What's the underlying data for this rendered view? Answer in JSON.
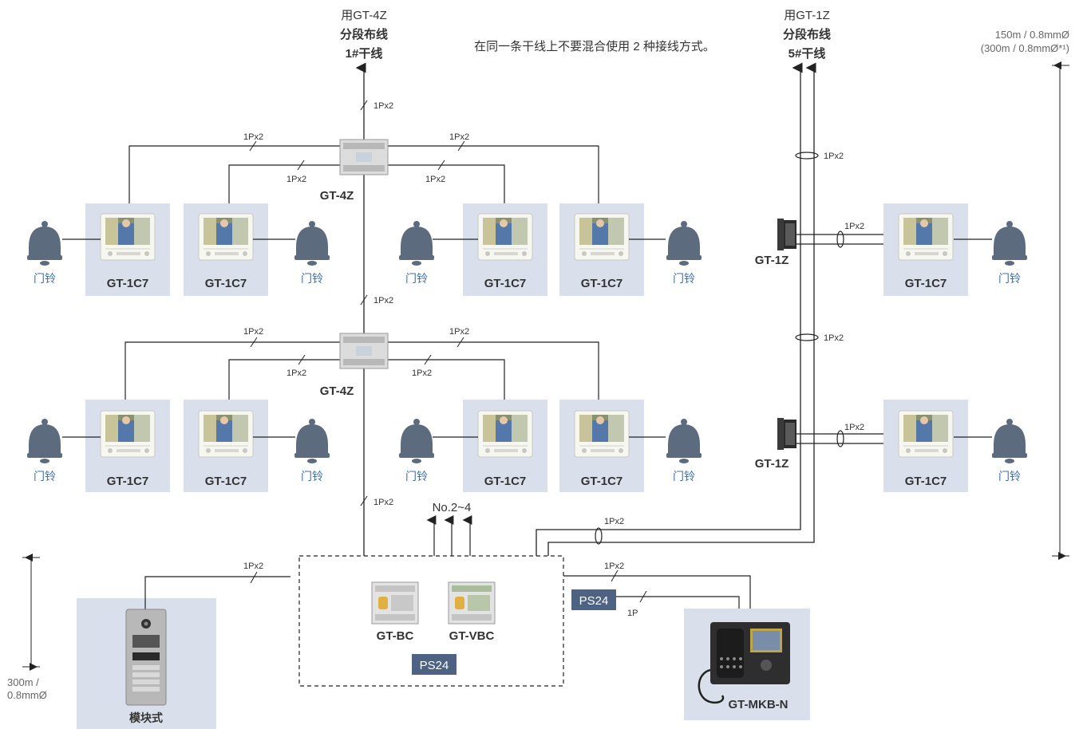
{
  "headers": {
    "left": {
      "line1": "用GT-4Z",
      "line2": "分段布线",
      "line3": "1#干线"
    },
    "right": {
      "line1": "用GT-1Z",
      "line2": "分段布线",
      "line3": "5#干线"
    },
    "note": "在同一条干线上不要混合使用 2 种接线方式。"
  },
  "distances": {
    "right_line1": "150m / 0.8mmØ",
    "right_line2": "(300m / 0.8mmØ*¹)",
    "left_line1": "300m /",
    "left_line2": "0.8mmØ"
  },
  "wire": {
    "pair": "1Px2",
    "single": "1P"
  },
  "devices": {
    "gt4z": "GT-4Z",
    "gt1z": "GT-1Z",
    "monitor": "GT-1C7",
    "bell": "门铃",
    "bc": "GT-BC",
    "vbc": "GT-VBC",
    "ps24": "PS24",
    "mkb": "GT-MKB-N",
    "entrance": "模块式",
    "no_range": "No.2~4"
  },
  "colors": {
    "panel_bg": "#d9e0ec",
    "bell": "#5d6b7f",
    "ps_bg": "#4e6283",
    "accent_text": "#3d6fa8",
    "line": "#222222"
  }
}
